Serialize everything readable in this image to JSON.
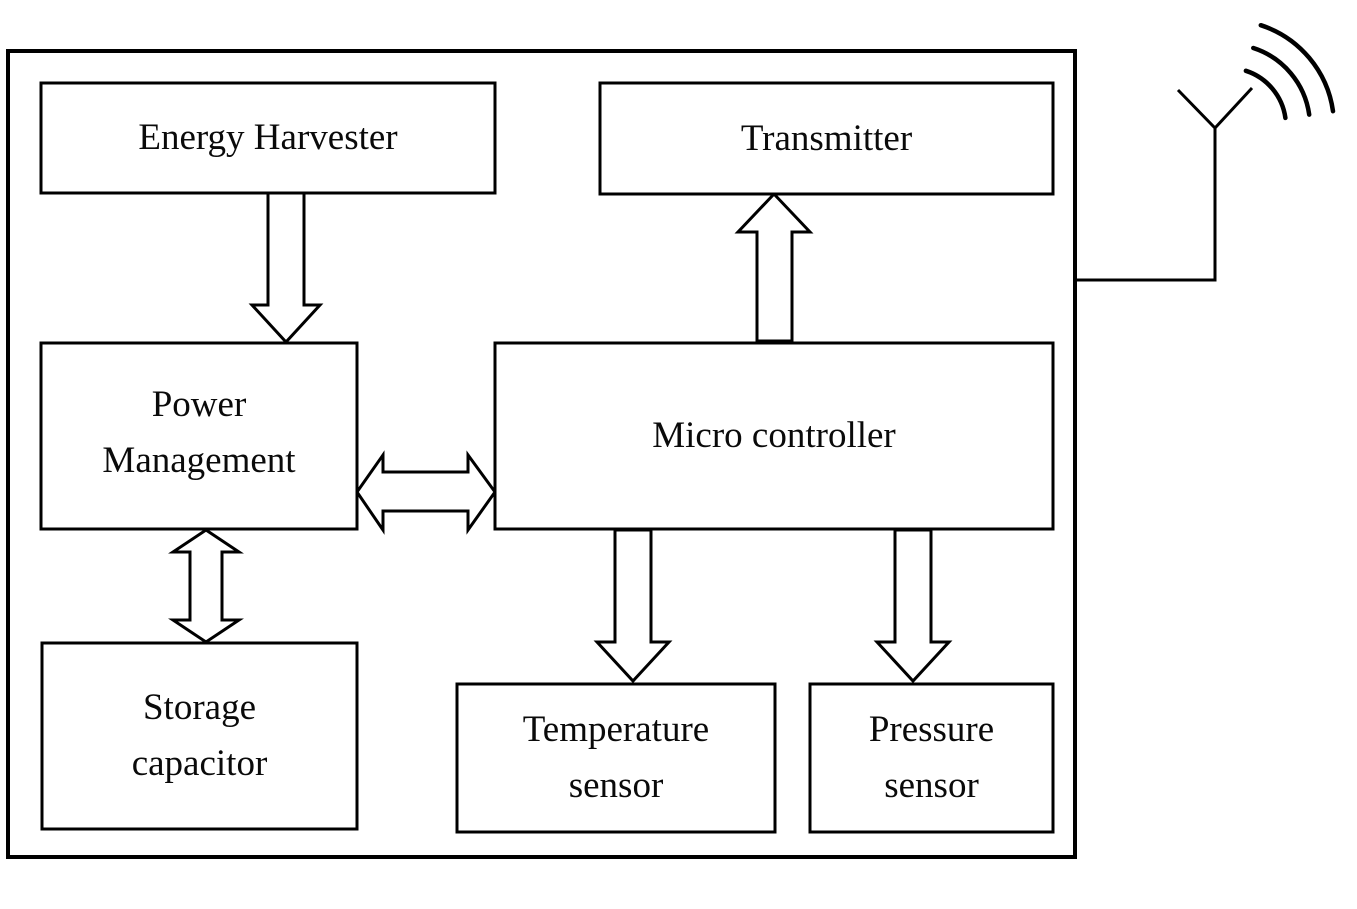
{
  "page": {
    "background": "#ffffff"
  },
  "diagram": {
    "stroke_color": "#000000",
    "fill_color": "#ffffff",
    "blocks": [
      {
        "id": "energy-harvester",
        "lines": [
          "Energy Harvester"
        ]
      },
      {
        "id": "transmitter",
        "lines": [
          "Transmitter"
        ]
      },
      {
        "id": "power-management",
        "lines": [
          "Power",
          "Management"
        ]
      },
      {
        "id": "micro-controller",
        "lines": [
          "Micro controller"
        ]
      },
      {
        "id": "storage-capacitor",
        "lines": [
          "Storage",
          "capacitor"
        ]
      },
      {
        "id": "temperature-sensor",
        "lines": [
          "Temperature",
          "sensor"
        ]
      },
      {
        "id": "pressure-sensor",
        "lines": [
          "Pressure",
          "sensor"
        ]
      }
    ],
    "connections": [
      {
        "from": "Energy Harvester",
        "to": "Power Management",
        "type": "block-arrow",
        "direction": "down"
      },
      {
        "from": "Micro controller",
        "to": "Transmitter",
        "type": "block-arrow",
        "direction": "up"
      },
      {
        "from": "Power Management",
        "to": "Storage capacitor",
        "type": "block-arrow",
        "direction": "bidirectional"
      },
      {
        "from": "Power Management",
        "to": "Micro controller",
        "type": "block-arrow",
        "direction": "bidirectional"
      },
      {
        "from": "Micro controller",
        "to": "Temperature sensor",
        "type": "block-arrow",
        "direction": "down"
      },
      {
        "from": "Micro controller",
        "to": "Pressure sensor",
        "type": "block-arrow",
        "direction": "down"
      },
      {
        "from": "enclosure",
        "to": "antenna",
        "type": "line"
      }
    ],
    "icons": [
      {
        "name": "antenna-icon",
        "glyph": "antenna mast with V top and three signal arcs"
      }
    ]
  }
}
